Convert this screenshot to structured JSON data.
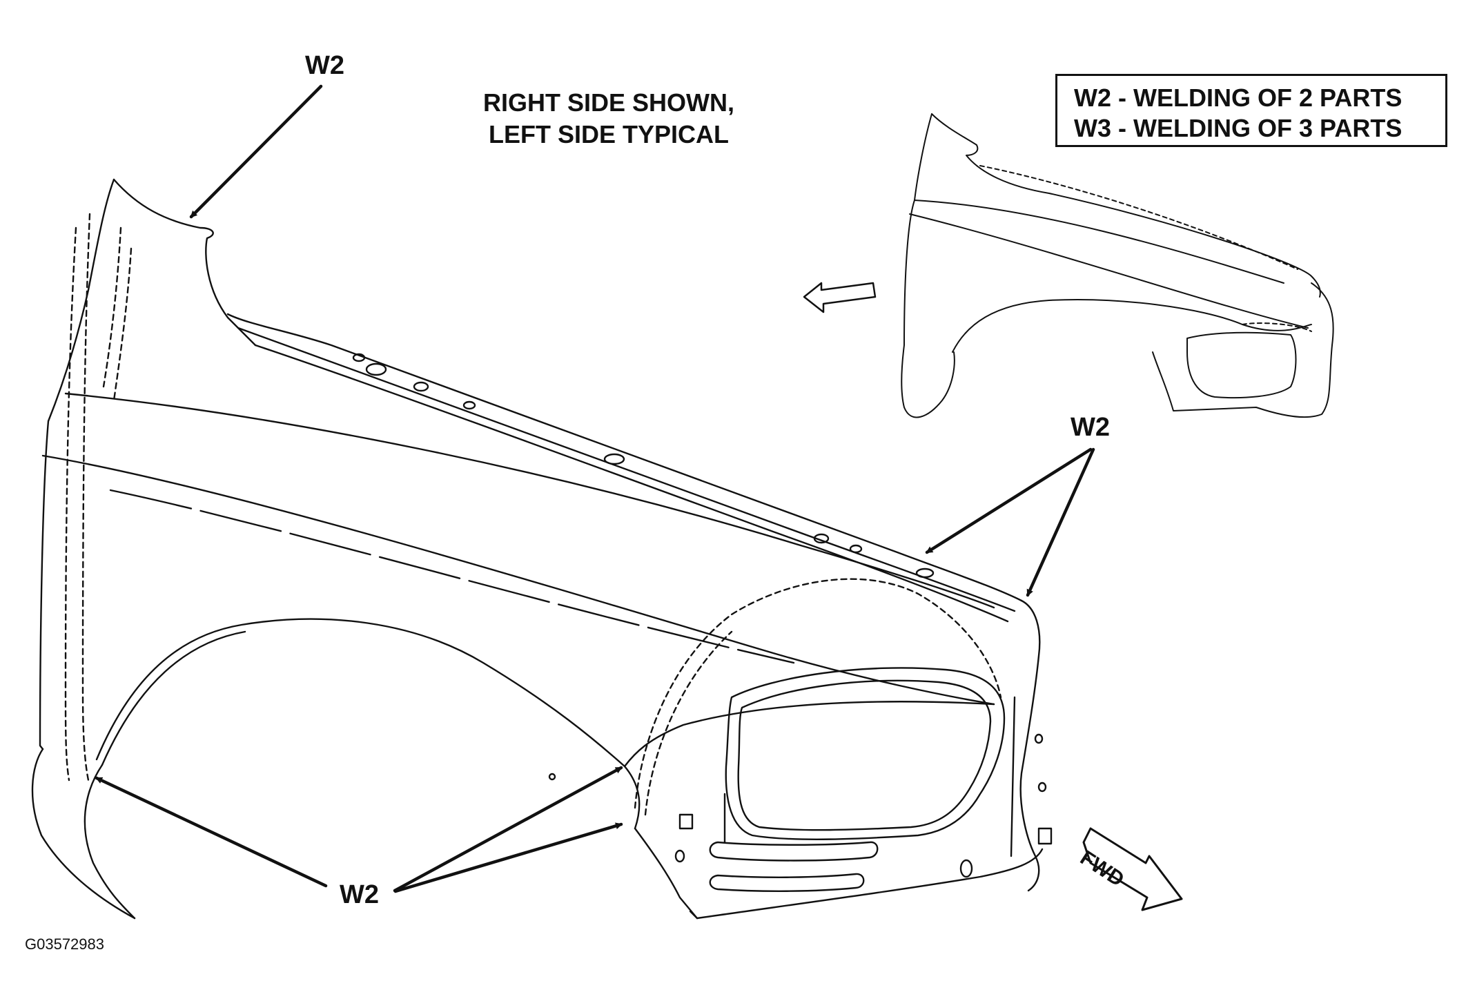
{
  "note": {
    "line1": "RIGHT SIDE SHOWN,",
    "line2": "LEFT SIDE TYPICAL"
  },
  "legend": {
    "line1": "W2 - WELDING OF 2 PARTS",
    "line2": "W3 - WELDING OF 3 PARTS"
  },
  "labels": {
    "top_left": "W2",
    "right": "W2",
    "bottom": "W2"
  },
  "fwd_label": "FWD",
  "figure_code": "G03572983"
}
